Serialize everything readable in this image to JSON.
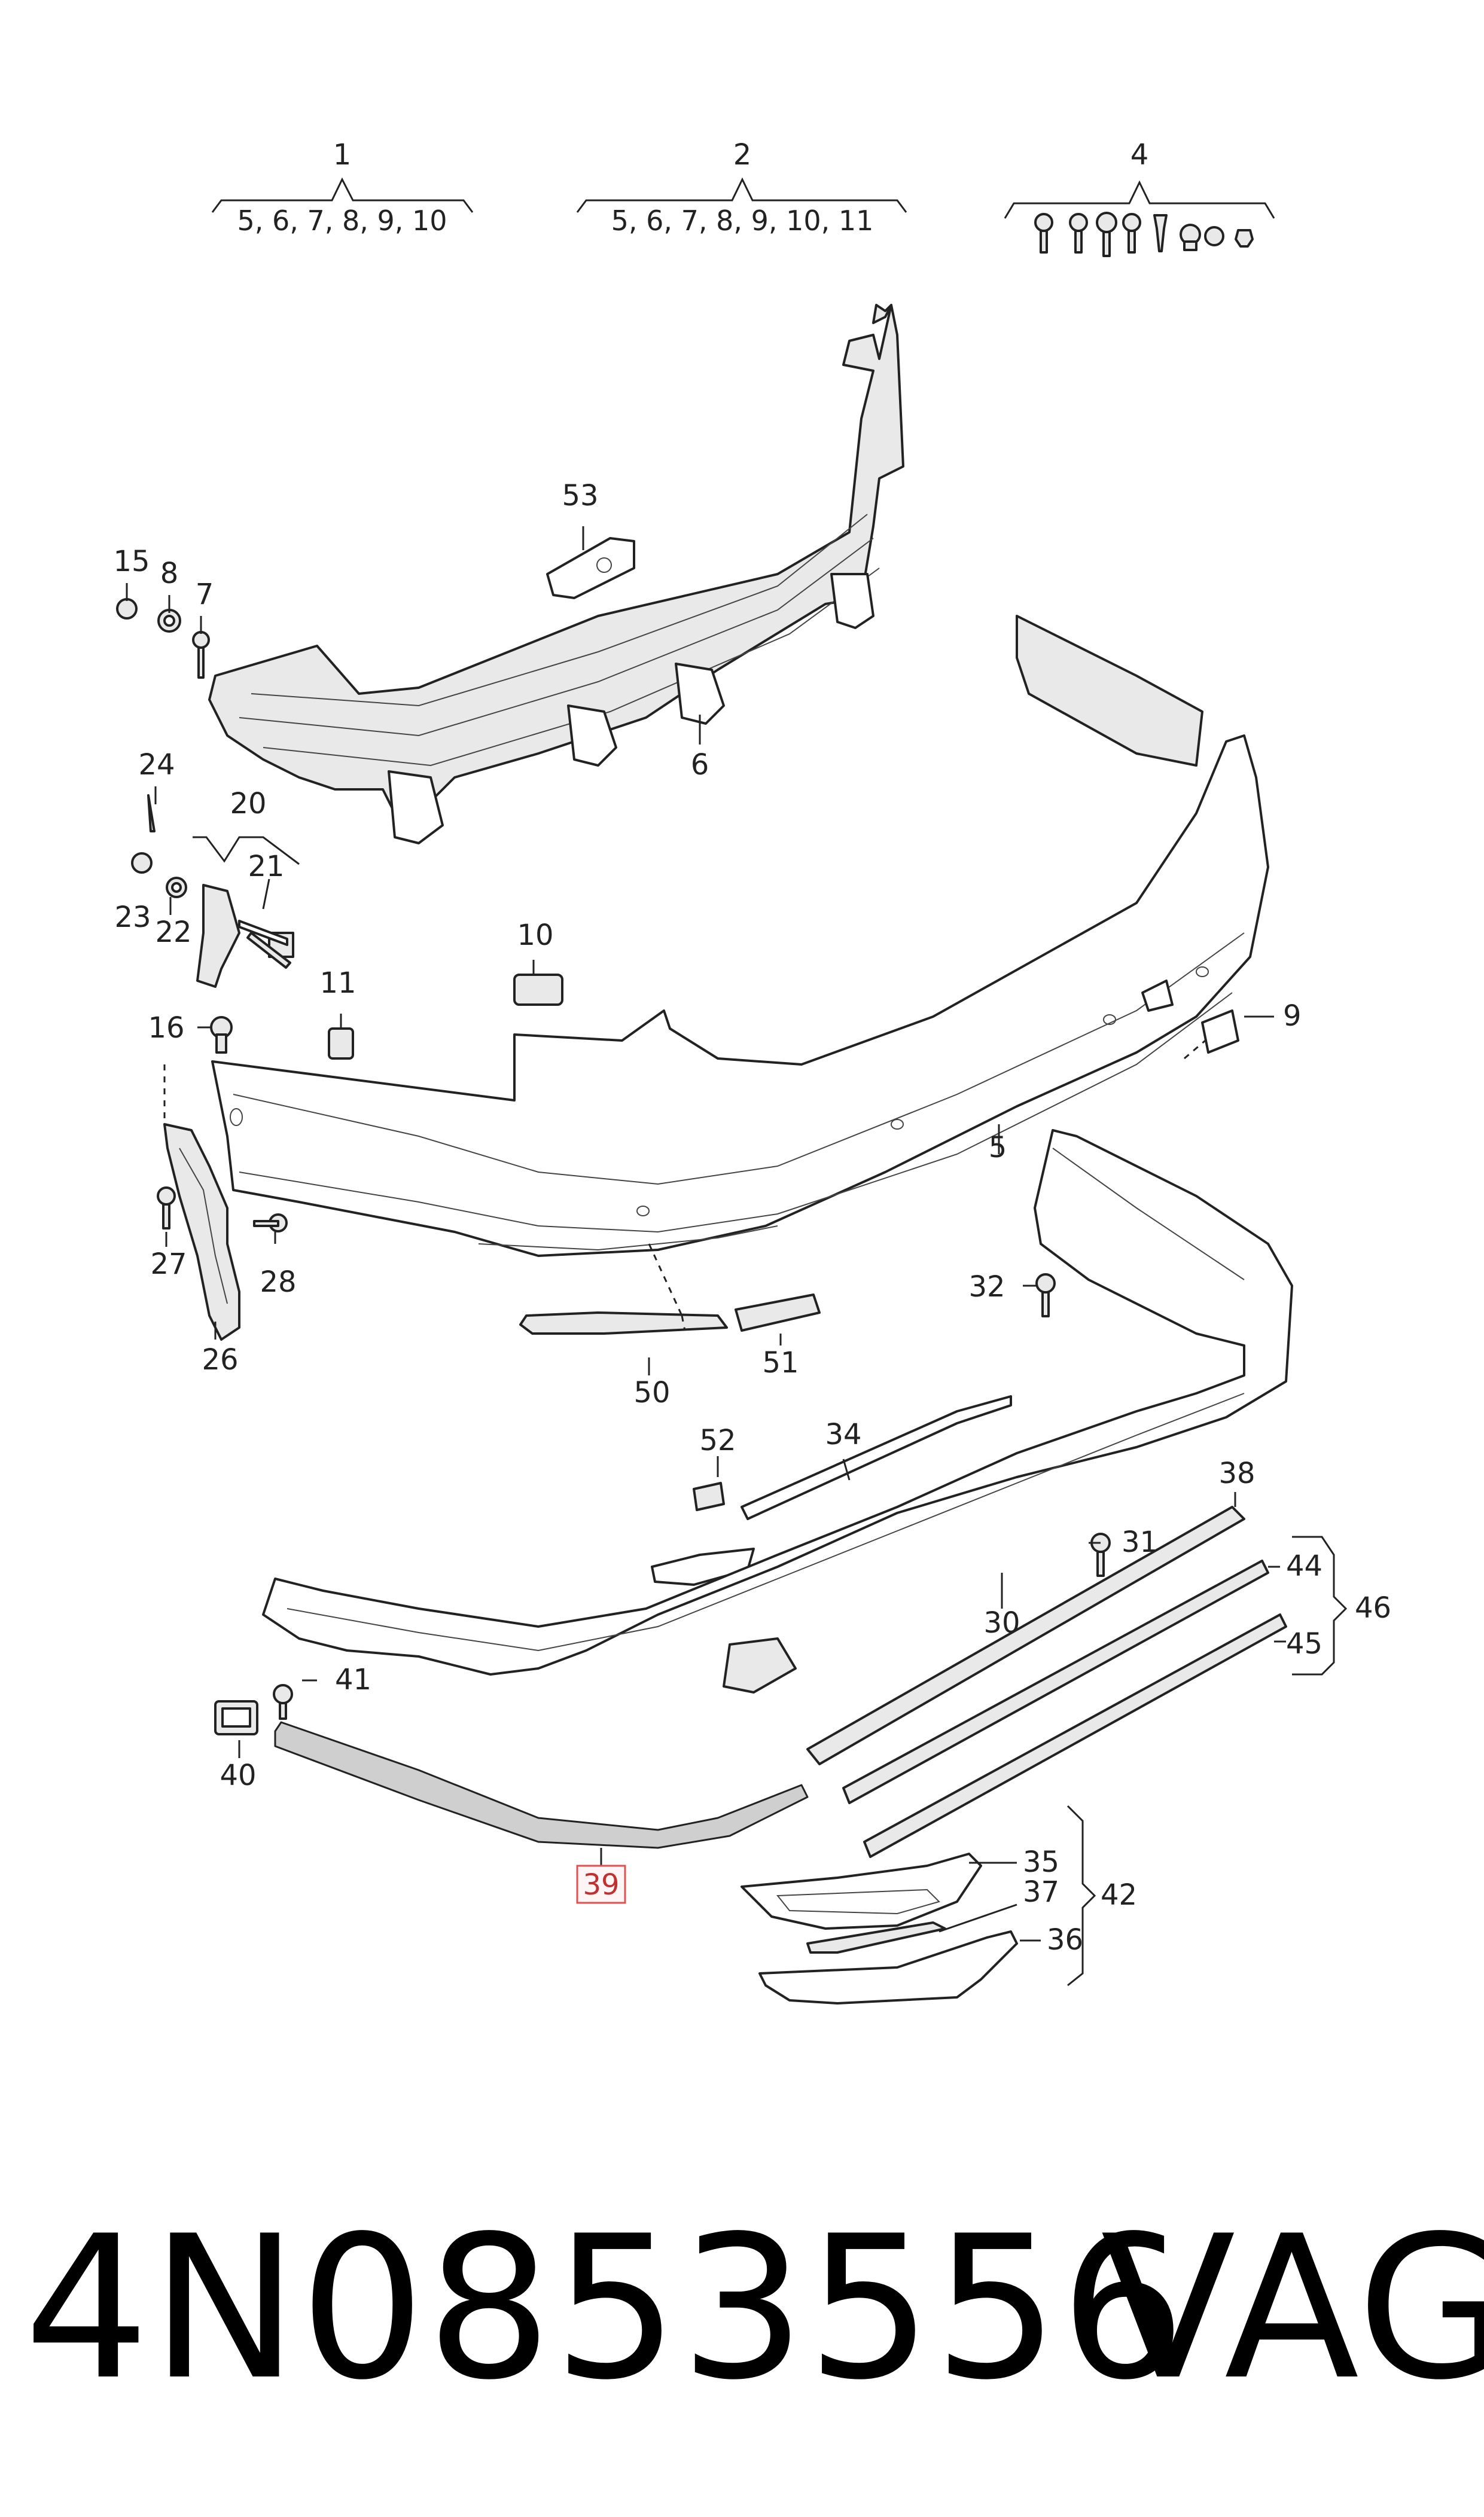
{
  "diagram": {
    "groups": [
      {
        "label": "1",
        "items": "5, 6, 7, 8, 9, 10"
      },
      {
        "label": "2",
        "items": "5, 6, 7, 8, 9, 10, 11"
      },
      {
        "label": "4",
        "items": ""
      }
    ],
    "callouts": {
      "c5": "5",
      "c6": "6",
      "c7": "7",
      "c8": "8",
      "c9": "9",
      "c10": "10",
      "c11": "11",
      "c15": "15",
      "c16": "16",
      "c20": "20",
      "c21": "21",
      "c22": "22",
      "c23": "23",
      "c24": "24",
      "c26": "26",
      "c27": "27",
      "c28": "28",
      "c30": "30",
      "c31": "31",
      "c32": "32",
      "c34": "34",
      "c35": "35",
      "c36": "36",
      "c37": "37",
      "c38": "38",
      "c40": "40",
      "c41": "41",
      "c42": "42",
      "c44": "44",
      "c45": "45",
      "c46": "46",
      "c50": "50",
      "c51": "51",
      "c52": "52",
      "c53": "53"
    },
    "highlighted": "39"
  },
  "footer": {
    "part_number": "4N0853556",
    "brand": "VAG"
  },
  "colors": {
    "line": "#222222",
    "highlight_border": "#e05050",
    "highlight_text": "#c03030"
  }
}
